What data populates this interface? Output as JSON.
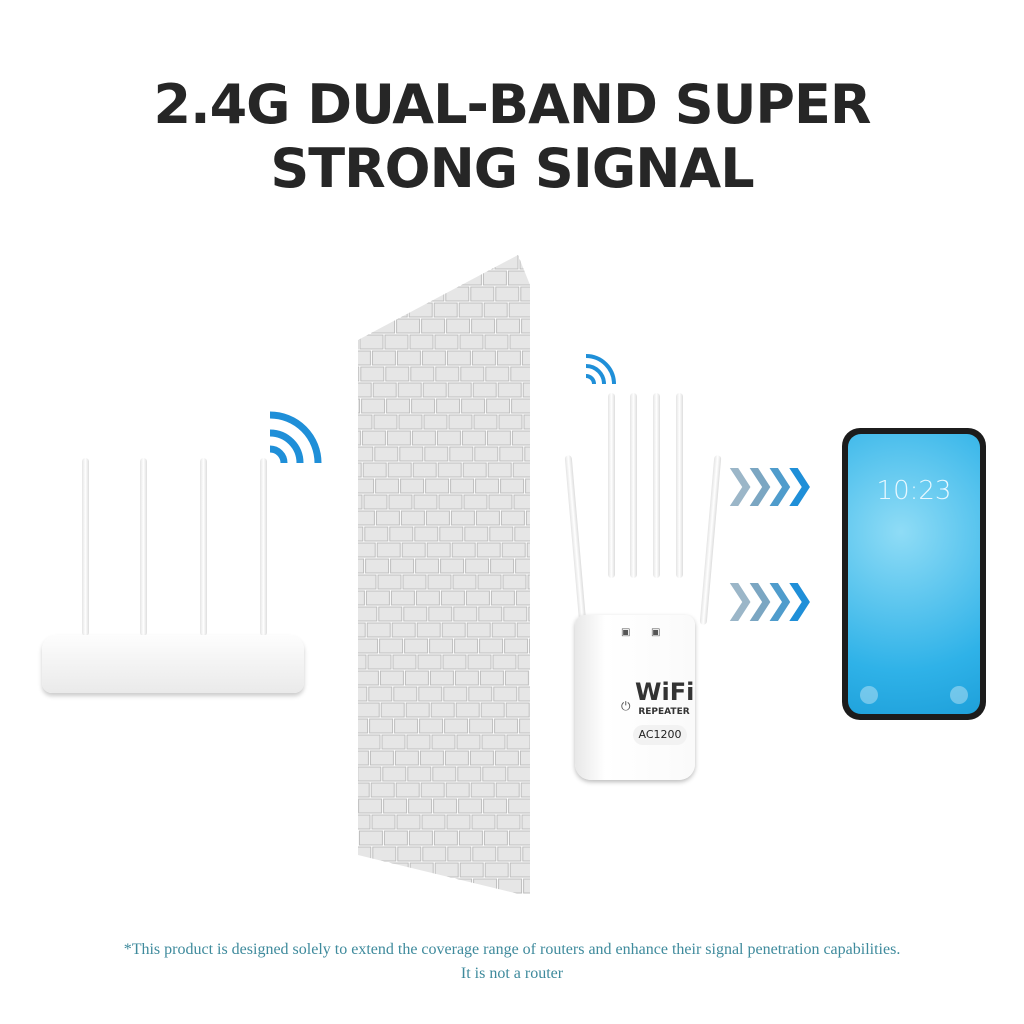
{
  "title": {
    "line1": "2.4G DUAL-BAND SUPER",
    "line2": "STRONG SIGNAL"
  },
  "repeater": {
    "brand": "WiFi",
    "type": "REPEATER",
    "model": "AC1200"
  },
  "phone": {
    "time": "10:23"
  },
  "note": {
    "line1": "*This product is designed solely to extend the coverage range of routers and enhance their signal penetration capabilities.",
    "line2": "It is not a router"
  },
  "colors": {
    "accent": "#1f8fd8",
    "text": "#262626",
    "note": "#3e8a9c"
  }
}
